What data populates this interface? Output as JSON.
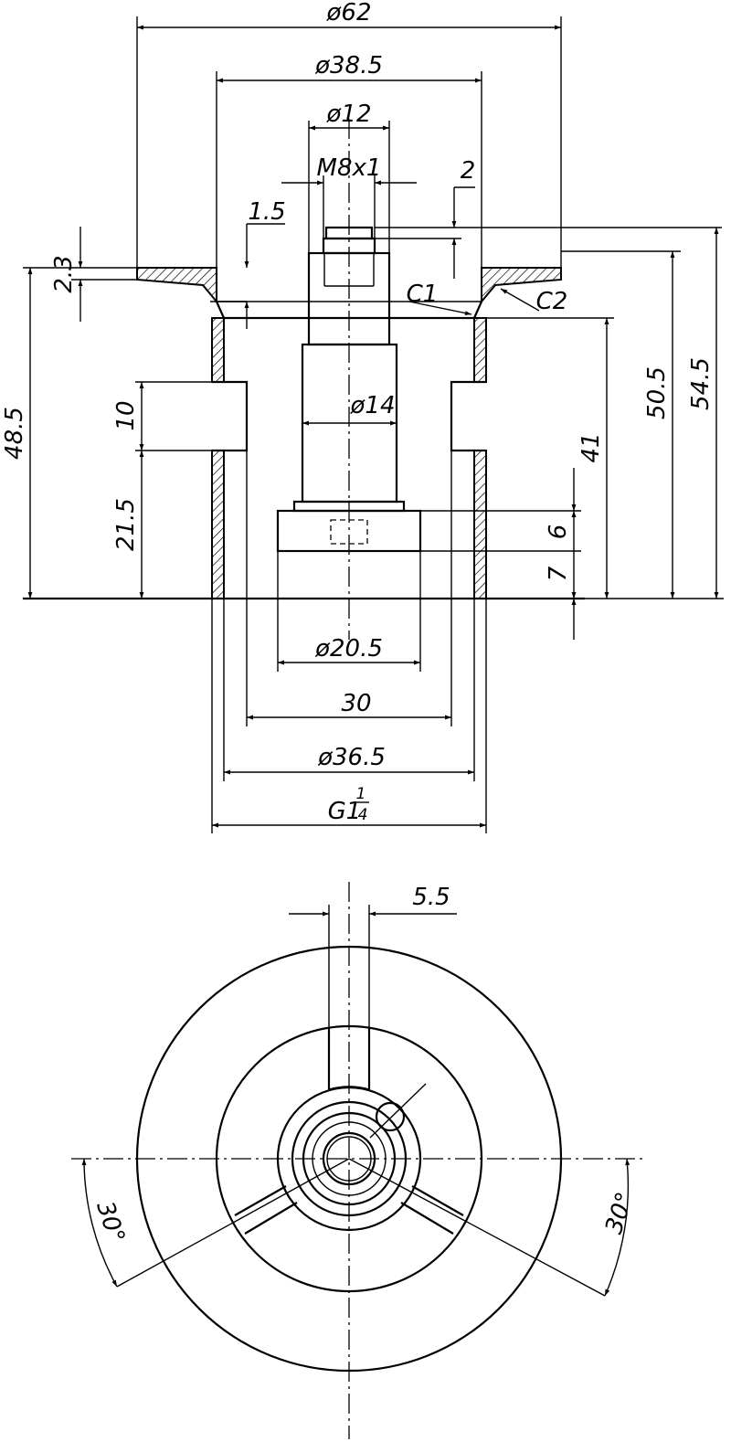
{
  "dimensions": {
    "d62": "ø62",
    "d38_5": "ø38.5",
    "d12": "ø12",
    "m8x1": "M8x1",
    "two": "2",
    "one_five": "1.5",
    "two_three": "2.3",
    "c1": "C1",
    "c2": "C2",
    "d14": "ø14",
    "forty_eight_five": "48.5",
    "ten": "10",
    "twenty_one_five": "21.5",
    "fifty_point_five": "50.5",
    "fifty_four_five": "54.5",
    "forty_one": "41",
    "six": "6",
    "seven": "7",
    "d20_5": "ø20.5",
    "thirty": "30",
    "d36_5": "ø36.5",
    "g_thread": "G1",
    "g_frac_num": "1",
    "g_frac_den": "4",
    "five_five": "5.5",
    "angle_left": "30°",
    "angle_right": "30°"
  }
}
